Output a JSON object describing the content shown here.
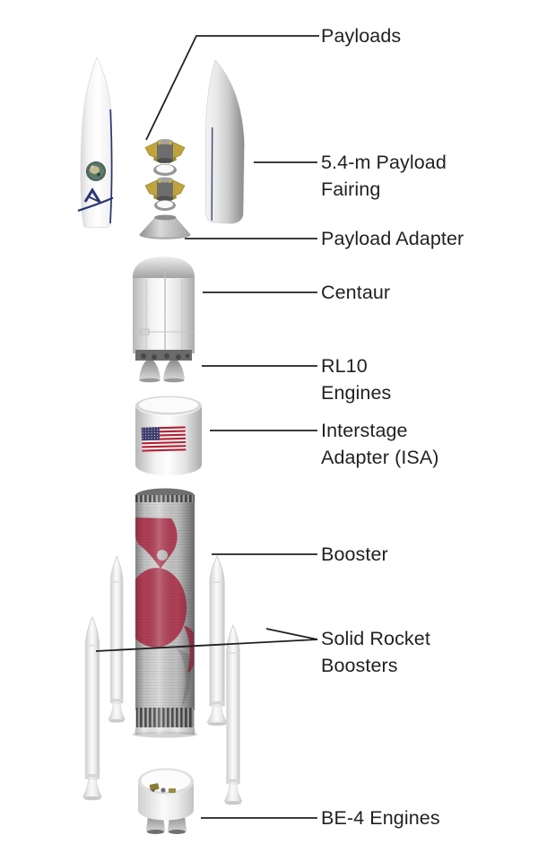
{
  "callouts": {
    "payloads": {
      "line1": "Payloads"
    },
    "fairing": {
      "line1": "5.4-m Payload",
      "line2": "Fairing"
    },
    "payload_adapter": {
      "line1": "Payload Adapter"
    },
    "centaur": {
      "line1": "Centaur"
    },
    "rl10": {
      "line1": "RL10",
      "line2": "Engines"
    },
    "isa": {
      "line1": "Interstage",
      "line2": "Adapter (ISA)"
    },
    "booster": {
      "line1": "Booster"
    },
    "srb": {
      "line1": "Solid Rocket",
      "line2": "Boosters"
    },
    "be4": {
      "line1": "BE-4 Engines"
    }
  },
  "colors": {
    "ink": "#231f20",
    "background": "#ffffff",
    "booster_red": "#b23f56",
    "navy": "#2a3572",
    "flag_red": "#b22234",
    "flag_blue": "#3c3b6e",
    "payload_gold": "#bfa43c"
  }
}
